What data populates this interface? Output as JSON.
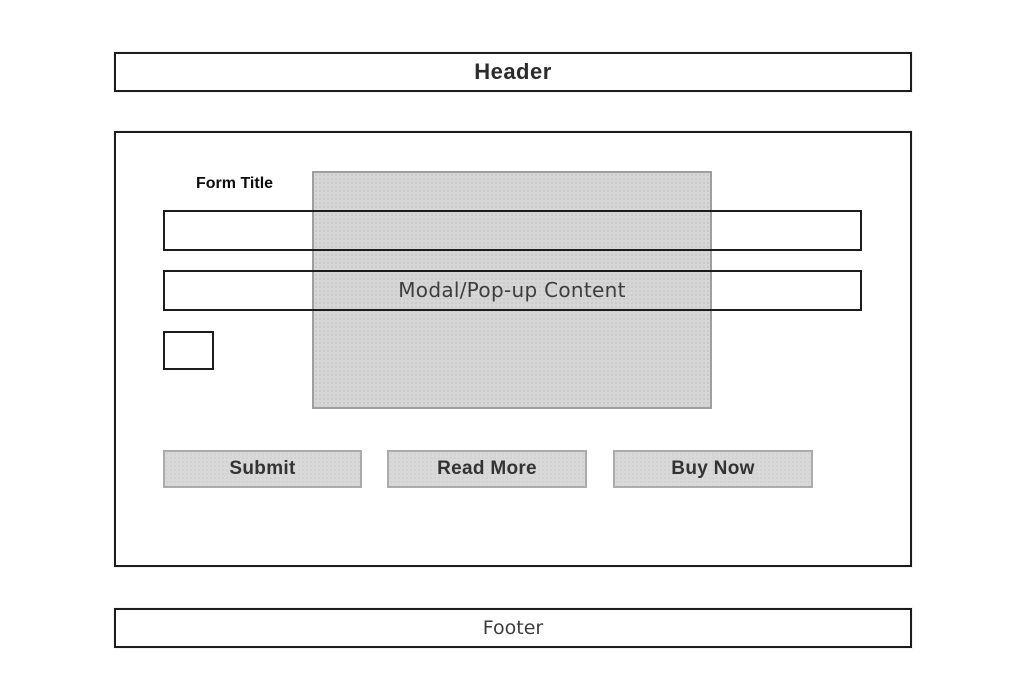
{
  "header": {
    "label": "Header"
  },
  "form": {
    "title": "Form Title",
    "inputs": [
      {
        "value": "",
        "placeholder": ""
      },
      {
        "value": "",
        "placeholder": ""
      }
    ],
    "checkbox": {
      "checked": false
    },
    "buttons": [
      {
        "label": "Submit"
      },
      {
        "label": "Read More"
      },
      {
        "label": "Buy Now"
      }
    ]
  },
  "modal": {
    "content": "Modal/Pop-up Content"
  },
  "footer": {
    "label": "Footer"
  },
  "colors": {
    "page_bg": "#ffffff",
    "line_dark": "#1c1c1c",
    "modal_fill": "#d6d6d6",
    "modal_border": "#9e9e9e",
    "button_fill": "#d9d9d9",
    "button_border": "#ababab",
    "text_dark": "#2b2b2b",
    "text_gray": "#3d3d3d"
  }
}
